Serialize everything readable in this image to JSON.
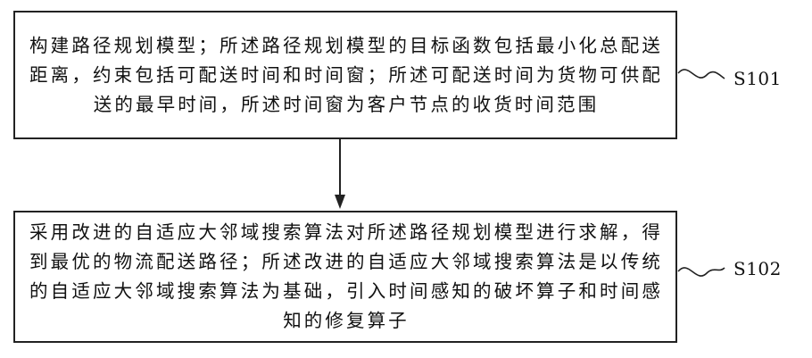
{
  "steps": [
    {
      "id": "S101",
      "text": "构建路径规划模型；所述路径规划模型的目标函数包括最小化总配送距离，约束包括可配送时间和时间窗；所述可配送时间为货物可供配送的最早时间，所述时间窗为客户节点的收货时间范围"
    },
    {
      "id": "S102",
      "text": "采用改进的自适应大邻域搜索算法对所述路径规划模型进行求解，得到最优的物流配送路径；所述改进的自适应大邻域搜索算法是以传统的自适应大邻域搜索算法为基础，引入时间感知的破坏算子和时间感知的修复算子"
    }
  ],
  "colors": {
    "stroke": "#222222",
    "text": "#111111",
    "background": "#ffffff"
  }
}
